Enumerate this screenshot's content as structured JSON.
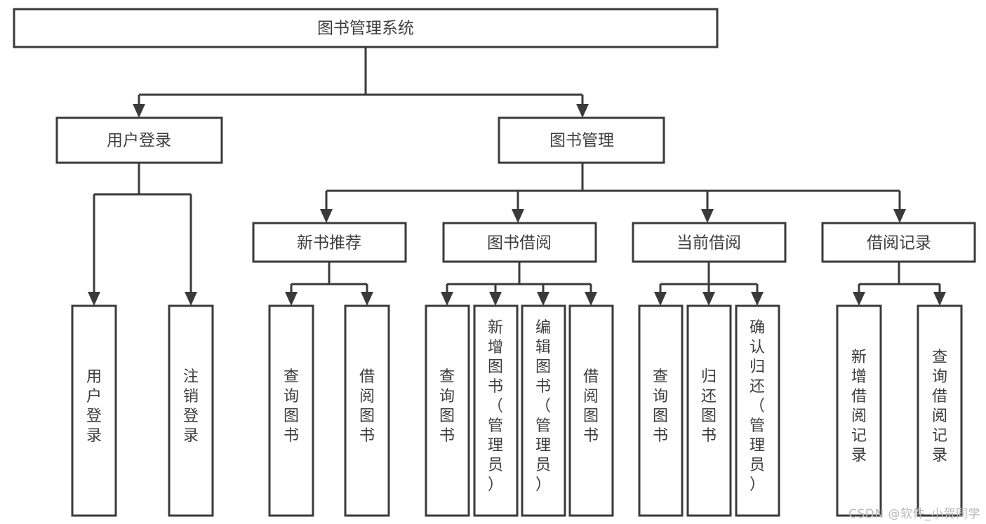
{
  "diagram": {
    "type": "tree-hierarchy-chart",
    "title": "图书管理系统",
    "root": {
      "label": "图书管理系统"
    },
    "level2": [
      {
        "label": "用户登录"
      },
      {
        "label": "图书管理"
      }
    ],
    "level3": [
      {
        "label": "新书推荐"
      },
      {
        "label": "图书借阅"
      },
      {
        "label": "当前借阅"
      },
      {
        "label": "借阅记录"
      }
    ],
    "leaves": {
      "user_login": [
        {
          "label": "用户登录"
        },
        {
          "label": "注销登录"
        }
      ],
      "new_book_recommend": [
        {
          "label": "查询图书"
        },
        {
          "label": "借阅图书"
        }
      ],
      "book_borrow": [
        {
          "label": "查询图书"
        },
        {
          "label": "新增图书（管理员）"
        },
        {
          "label": "编辑图书（管理员）"
        },
        {
          "label": "借阅图书"
        }
      ],
      "current_borrow": [
        {
          "label": "查询图书"
        },
        {
          "label": "归还图书"
        },
        {
          "label": "确认归还（管理员）"
        }
      ],
      "borrow_record": [
        {
          "label": "新增借阅记录"
        },
        {
          "label": "查询借阅记录"
        }
      ]
    }
  },
  "watermark": {
    "text": "CSDN @软件_小贺同学"
  },
  "colors": {
    "box_stroke": "#3a3a3a",
    "box_fill": "#ffffff",
    "text": "#3d3d3d",
    "background": "#ffffff",
    "watermark": "#b9b9b9"
  }
}
